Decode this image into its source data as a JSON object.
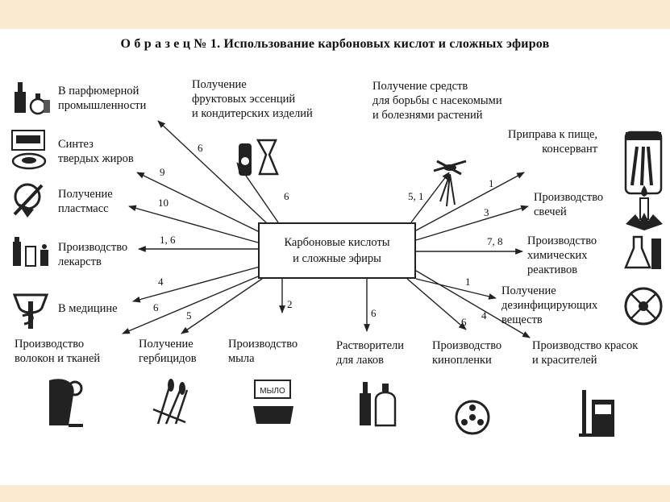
{
  "title": "О б р а з е ц  № 1. Использование карбоновых кислот и сложных эфиров",
  "hub": "Карбоновые кислоты\nи сложные эфиры",
  "labels": {
    "perfume": "В парфюмерной\nпромышленности",
    "fruit": "Получение\nфруктовых эссенций\nи кондитерских изделий",
    "insects": "Получение средств\nдля борьбы с насекомыми\nи болезнями растений",
    "food": "Приправа к пище,\nконсервант",
    "fats": "Синтез\nтвердых жиров",
    "candles": "Производство\nсвечей",
    "plastics": "Получение\nпластмасс",
    "reagents": "Производство\nхимических\nреактивов",
    "drugs": "Производство\nлекарств",
    "disinfect": "Получение\nдезинфицирующих\nвеществ",
    "medicine": "В медицине",
    "fibers": "Производство\nволокон и тканей",
    "herbicides": "Получение\nгербицидов",
    "soap": "Производство\nмыла",
    "solvents": "Растворители\nдля лаков",
    "film": "Производство\nкинопленки",
    "paints": "Производство красок\nи красителей"
  },
  "numbers": {
    "perfume": "6",
    "fruit": "6",
    "insects": "5, 1",
    "food": "1",
    "fats": "9",
    "candles": "3",
    "plastics": "10",
    "reagents": "7, 8",
    "drugs": "1, 6",
    "disinfect": "1",
    "medicine": "4",
    "fibers": "6",
    "herbicides": "5",
    "soap": "2",
    "solvents": "6",
    "film": "6",
    "paints": "4"
  },
  "icons": {
    "perfume": "perfume-bottles-icon",
    "fruit": "fruit-candy-icon",
    "insects": "insect-spray-icon",
    "food": "preserves-jar-icon",
    "fats": "fat-package-icon",
    "candles": "candle-icon",
    "plastics": "plastic-items-icon",
    "reagents": "lab-flask-icon",
    "drugs": "medicine-bottles-icon",
    "disinfect": "disinfectant-icon",
    "medicine": "caduceus-icon",
    "fibers": "fabric-spool-icon",
    "herbicides": "crop-plants-icon",
    "soap": "soap-bar-icon",
    "solvents": "varnish-bottles-icon",
    "film": "film-reel-icon",
    "paints": "paint-cans-icon"
  },
  "mylo_text": "МЫЛО"
}
